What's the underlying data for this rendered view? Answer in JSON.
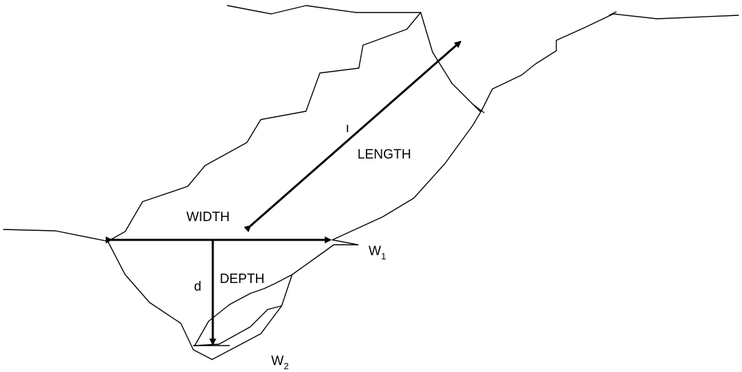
{
  "labels": {
    "length": "LENGTH",
    "length_marker": "ı",
    "width": "WIDTH",
    "depth": "DEPTH",
    "depth_symbol": "d",
    "w1_main": "W",
    "w1_sub": "1",
    "w2_main": "W",
    "w2_sub": "2"
  },
  "colors": {
    "stroke": "#000000",
    "background": "#ffffff"
  }
}
